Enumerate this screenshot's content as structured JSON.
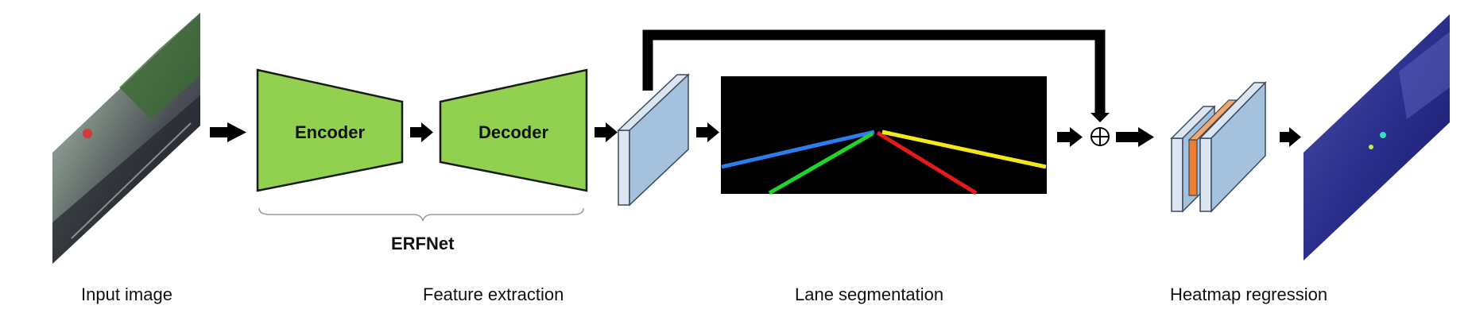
{
  "labels": {
    "encoder": "Encoder",
    "decoder": "Decoder",
    "erfnet": "ERFNet",
    "input_image": "Input image",
    "feature_extraction": "Feature extraction",
    "lane_segmentation": "Lane segmentation",
    "heatmap_regression": "Heatmap regression",
    "add_symbol": "⊕"
  },
  "colors": {
    "network_green": "#92d050",
    "feature_blue": "#a4c2de",
    "feature_blue_light": "#dbe6f2",
    "heatmap_orange": "#ed7d31",
    "lane_blue": "#2e7df0",
    "lane_green": "#22d42a",
    "lane_red": "#e41b1b",
    "lane_yellow": "#f2e81a"
  }
}
